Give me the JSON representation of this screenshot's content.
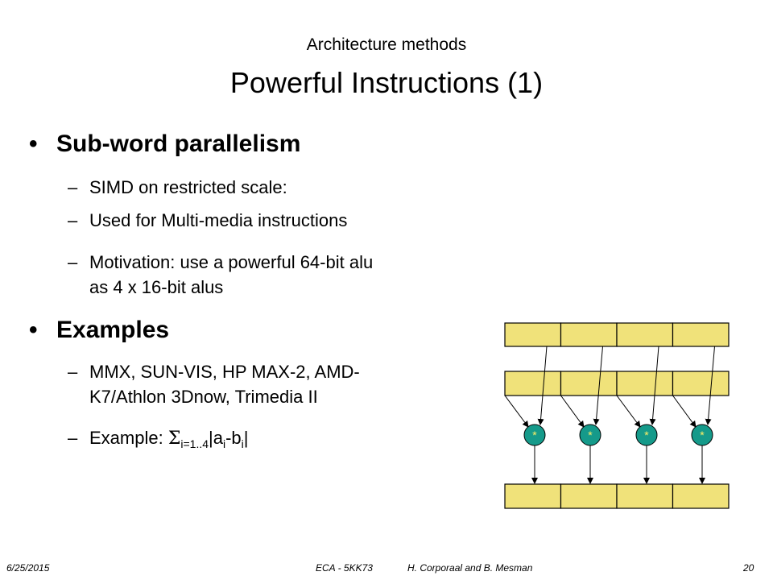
{
  "slide": {
    "subtitle": "Architecture methods",
    "title": "Powerful Instructions (1)",
    "bullets": [
      {
        "heading": "Sub-word parallelism",
        "items": [
          "SIMD on restricted scale:",
          "Used for Multi-media instructions",
          "Motivation: use a powerful 64-bit alu",
          "as 4 x 16-bit alus"
        ]
      },
      {
        "heading": "Examples",
        "items": [
          "MMX, SUN-VIS, HP MAX-2, AMD-",
          "K7/Athlon 3Dnow, Trimedia II"
        ]
      }
    ],
    "example_formula": {
      "prefix": "Example: ",
      "sigma": "Σ",
      "range": "i=1..4",
      "bar1": "|a",
      "i1": "i",
      "minus": "-b",
      "i2": "i",
      "bar2": "|"
    },
    "bullet_symbol": "•",
    "dash_symbol": "–",
    "op_symbol": "*"
  },
  "diagram": {
    "register_color": "#f0e27a",
    "alu_color": "#159a8a"
  },
  "footer": {
    "date": "6/25/2015",
    "course": "ECA - 5KK73",
    "authors": "H. Corporaal and B. Mesman",
    "page": "20"
  }
}
